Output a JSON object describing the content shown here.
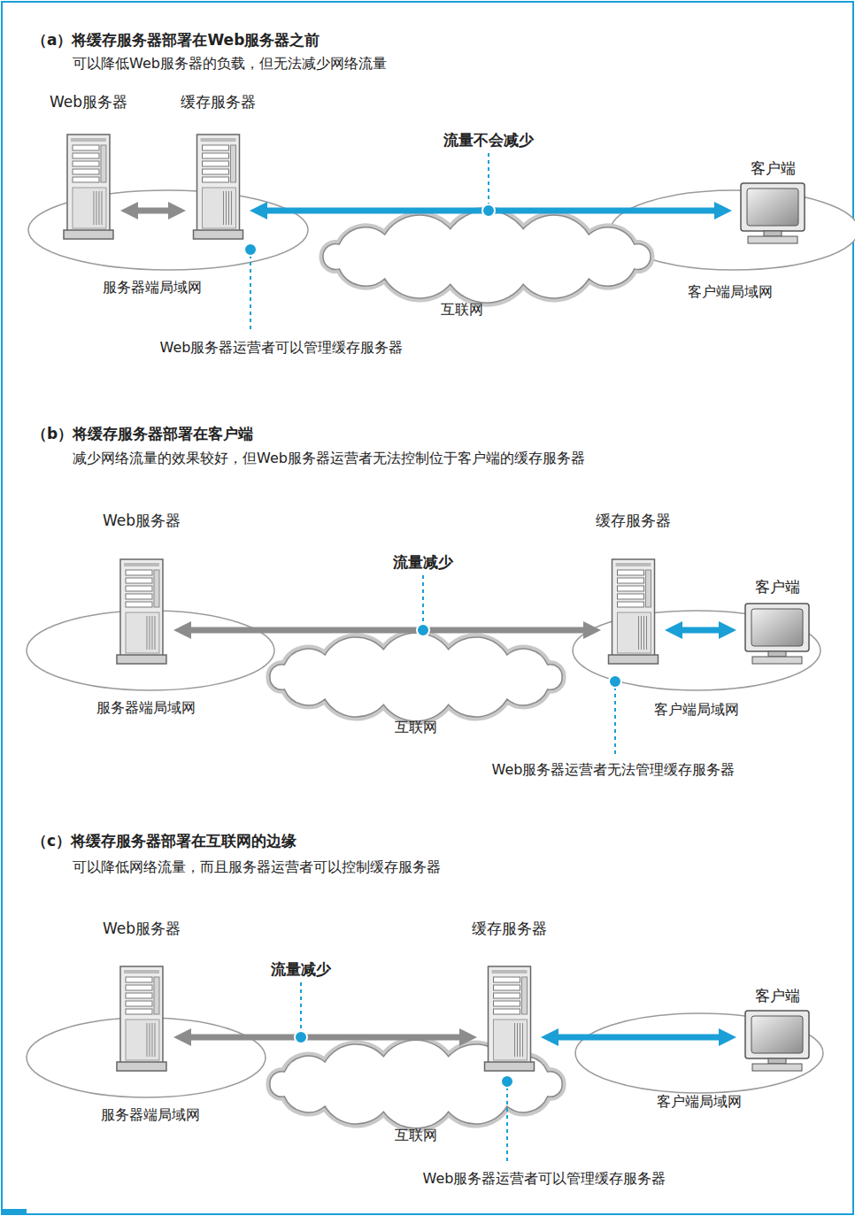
{
  "diagram": {
    "nodes": [
      {
        "text": [
          "Web服务器"
        ]
      },
      {
        "text": [
          "缓存服务器"
        ]
      },
      {
        "text": [
          "客户端"
        ]
      },
      {
        "text": [
          "Web服务器"
        ]
      },
      {
        "text": [
          "缓存服务器"
        ]
      },
      {
        "text": [
          "客户端"
        ]
      },
      {
        "text": [
          "Web服务器"
        ]
      },
      {
        "text": [
          "缓存服务器"
        ]
      },
      {
        "text": [
          "客户端"
        ]
      }
    ],
    "edges": [
      {
        "from": 0,
        "to": 1,
        "arrow": "both"
      },
      {
        "from": 1,
        "to": 2,
        "label": "流量不会减少",
        "arrow": "both"
      },
      {
        "from": 3,
        "to": 4,
        "label": "流量减少",
        "arrow": "both"
      },
      {
        "from": 4,
        "to": 5,
        "arrow": "both"
      },
      {
        "from": 6,
        "to": 7,
        "label": "流量减少",
        "arrow": "both"
      },
      {
        "from": 7,
        "to": 8,
        "arrow": "both"
      }
    ],
    "labels": [
      "（a）将缓存服务器部署在Web服务器之前",
      "可以降低Web服务器的负载，但无法减少网络流量",
      "服务器端局域网",
      "互联网",
      "客户端局域网",
      "Web服务器运营者可以管理缓存服务器",
      "（b）将缓存服务器部署在客户端",
      "减少网络流量的效果较好，但Web服务器运营者无法控制位于客户端的缓存服务器",
      "服务器端局域网",
      "互联网",
      "客户端局域网",
      "Web服务器运营者无法管理缓存服务器",
      "（c）将缓存服务器部署在互联网的边缘",
      "可以降低网络流量，而且服务器运营者可以控制缓存服务器",
      "服务器端局域网",
      "互联网",
      "客户端局域网",
      "Web服务器运营者可以管理缓存服务器"
    ]
  }
}
